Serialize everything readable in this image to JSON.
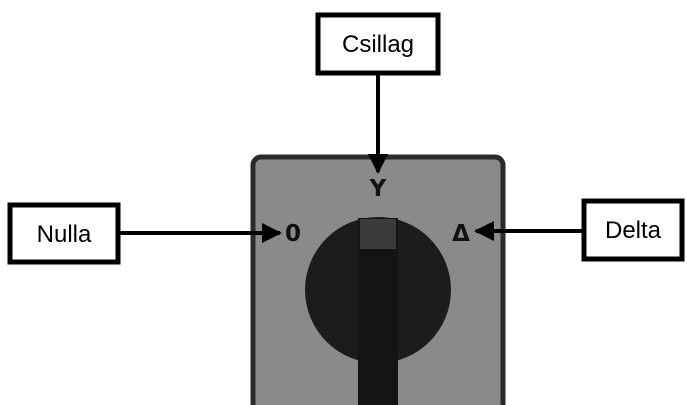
{
  "callouts": {
    "star": "Csillag",
    "off": "Nulla",
    "delta": "Delta"
  },
  "switch_positions": {
    "star_symbol": "Y",
    "off_symbol": "0",
    "delta_symbol": "Δ"
  },
  "colors": {
    "panel": "#8a8a8a",
    "panel_border": "#2a2a2a",
    "knob": "#1c1c1c",
    "knob_handle": "#141414",
    "knob_indicator": "#3b3b3b",
    "arrow": "#000000"
  },
  "icons": {
    "rotary_switch": "star-delta-rotary-switch-icon"
  }
}
